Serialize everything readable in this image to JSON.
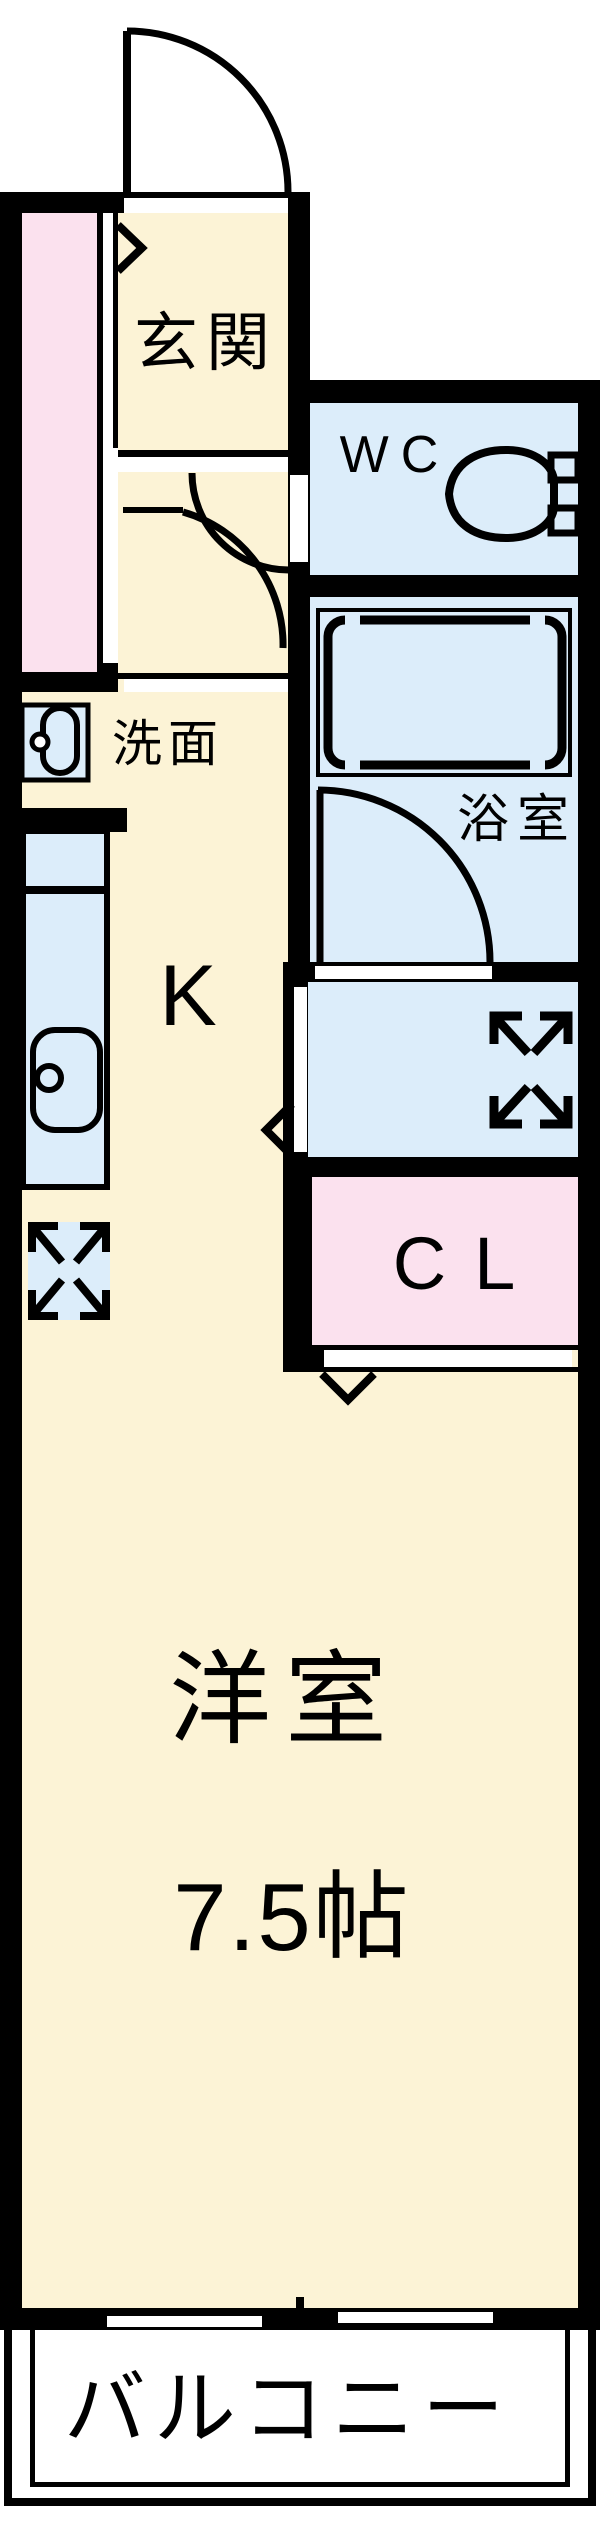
{
  "colors": {
    "wall": "#000000",
    "floor_cream": "#fcf3d6",
    "wet_blue": "#dcedfa",
    "closet_pink": "#fbe1ee",
    "balcony_white": "#ffffff"
  },
  "rooms": {
    "genkan": {
      "label": "玄関"
    },
    "wc": {
      "label": "WC"
    },
    "bathroom": {
      "label": "浴室"
    },
    "washroom": {
      "label": "洗面"
    },
    "kitchen": {
      "label": "K"
    },
    "closet": {
      "label": "CL"
    },
    "western": {
      "label": "洋室",
      "size": "7.5帖"
    },
    "balcony": {
      "label": "バルコニー"
    }
  }
}
